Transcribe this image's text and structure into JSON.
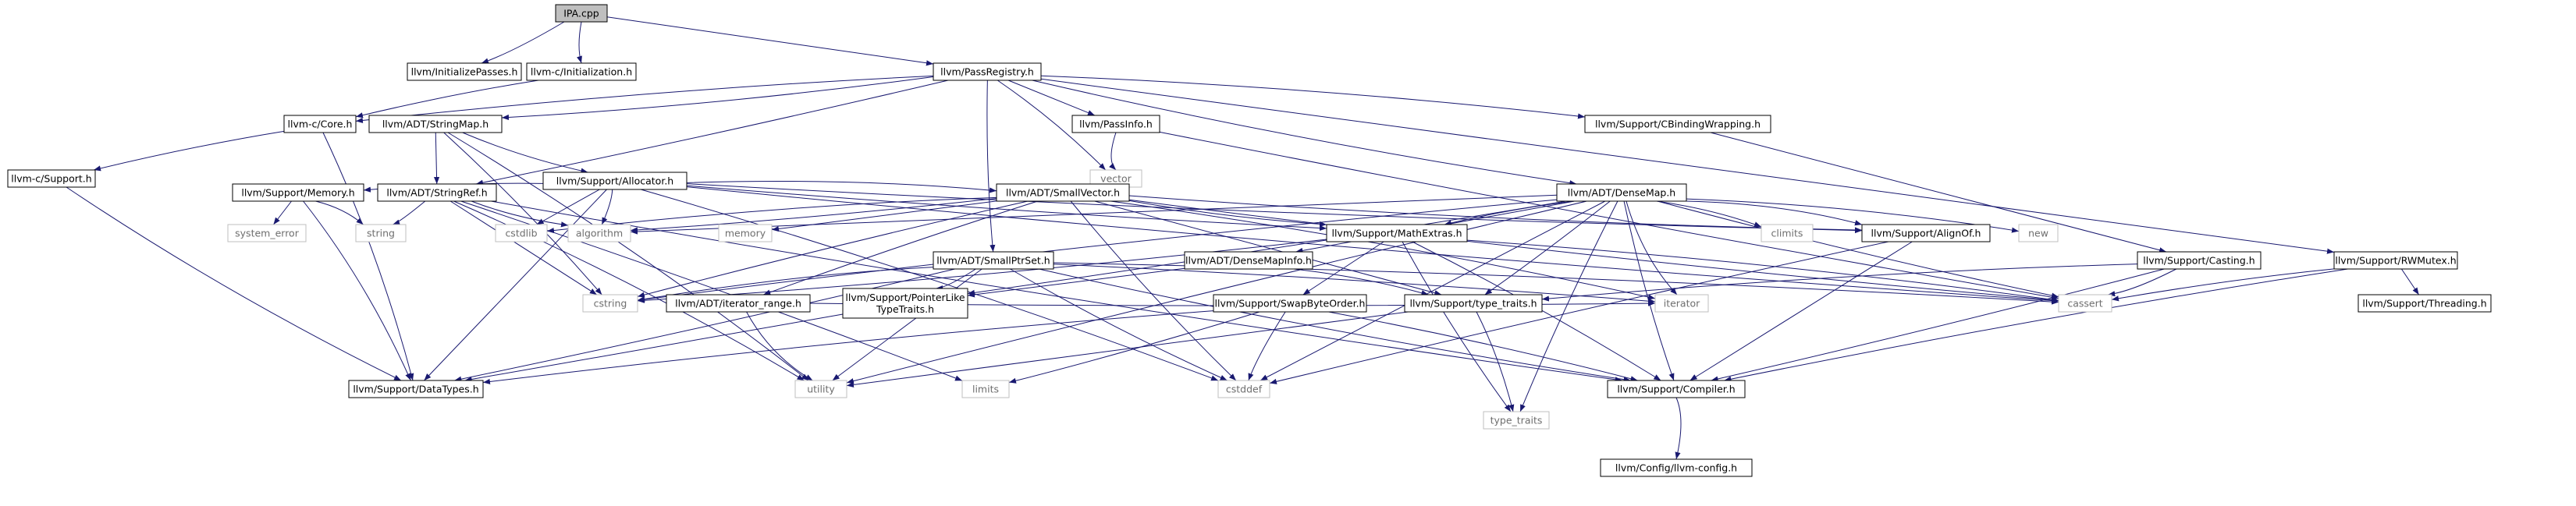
{
  "graph": {
    "root": "IPA.cpp",
    "colors": {
      "root_fill": "#bfbfbf",
      "node_fill": "#ffffff",
      "node_stroke": "#000000",
      "system_stroke": "#bfbfbf",
      "system_text": "#6e6e6e",
      "edge": "#191970"
    },
    "nodes": [
      {
        "id": "ipa",
        "label": "IPA.cpp",
        "kind": "root"
      },
      {
        "id": "initpasses",
        "label": "llvm/InitializePasses.h",
        "kind": "header"
      },
      {
        "id": "cinit",
        "label": "llvm-c/Initialization.h",
        "kind": "header"
      },
      {
        "id": "passreg",
        "label": "llvm/PassRegistry.h",
        "kind": "header"
      },
      {
        "id": "ccore",
        "label": "llvm-c/Core.h",
        "kind": "header"
      },
      {
        "id": "stringmap",
        "label": "llvm/ADT/StringMap.h",
        "kind": "header"
      },
      {
        "id": "passinfo",
        "label": "llvm/PassInfo.h",
        "kind": "header"
      },
      {
        "id": "cbinding",
        "label": "llvm/Support/CBindingWrapping.h",
        "kind": "header"
      },
      {
        "id": "csupport",
        "label": "llvm-c/Support.h",
        "kind": "header"
      },
      {
        "id": "allocator",
        "label": "llvm/Support/Allocator.h",
        "kind": "header"
      },
      {
        "id": "vector",
        "label": "vector",
        "kind": "system"
      },
      {
        "id": "memory_h",
        "label": "llvm/Support/Memory.h",
        "kind": "header"
      },
      {
        "id": "stringref",
        "label": "llvm/ADT/StringRef.h",
        "kind": "header"
      },
      {
        "id": "smallvector",
        "label": "llvm/ADT/SmallVector.h",
        "kind": "header"
      },
      {
        "id": "densemap",
        "label": "llvm/ADT/DenseMap.h",
        "kind": "header"
      },
      {
        "id": "system_error",
        "label": "system_error",
        "kind": "system"
      },
      {
        "id": "string",
        "label": "string",
        "kind": "system"
      },
      {
        "id": "cstdlib",
        "label": "cstdlib",
        "kind": "system"
      },
      {
        "id": "algorithm",
        "label": "algorithm",
        "kind": "system"
      },
      {
        "id": "memory",
        "label": "memory",
        "kind": "system"
      },
      {
        "id": "mathextras",
        "label": "llvm/Support/MathExtras.h",
        "kind": "header"
      },
      {
        "id": "climits",
        "label": "climits",
        "kind": "system"
      },
      {
        "id": "alignof",
        "label": "llvm/Support/AlignOf.h",
        "kind": "header"
      },
      {
        "id": "new",
        "label": "new",
        "kind": "system"
      },
      {
        "id": "smallptrset",
        "label": "llvm/ADT/SmallPtrSet.h",
        "kind": "header"
      },
      {
        "id": "densemapinfo",
        "label": "llvm/ADT/DenseMapInfo.h",
        "kind": "header"
      },
      {
        "id": "casting",
        "label": "llvm/Support/Casting.h",
        "kind": "header"
      },
      {
        "id": "rwmutex",
        "label": "llvm/Support/RWMutex.h",
        "kind": "header"
      },
      {
        "id": "cstring",
        "label": "cstring",
        "kind": "system"
      },
      {
        "id": "iter_range",
        "label": "llvm/ADT/iterator_range.h",
        "kind": "header"
      },
      {
        "id": "ptrlike",
        "label": "llvm/Support/PointerLike\nTypeTraits.h",
        "kind": "header"
      },
      {
        "id": "swapbyte",
        "label": "llvm/Support/SwapByteOrder.h",
        "kind": "header"
      },
      {
        "id": "typetraits",
        "label": "llvm/Support/type_traits.h",
        "kind": "header"
      },
      {
        "id": "iterator",
        "label": "iterator",
        "kind": "system"
      },
      {
        "id": "cassert",
        "label": "cassert",
        "kind": "system"
      },
      {
        "id": "threading",
        "label": "llvm/Support/Threading.h",
        "kind": "header"
      },
      {
        "id": "datatypes",
        "label": "llvm/Support/DataTypes.h",
        "kind": "header"
      },
      {
        "id": "utility",
        "label": "utility",
        "kind": "system"
      },
      {
        "id": "limits",
        "label": "limits",
        "kind": "system"
      },
      {
        "id": "cstddef",
        "label": "cstddef",
        "kind": "system"
      },
      {
        "id": "compiler",
        "label": "llvm/Support/Compiler.h",
        "kind": "header"
      },
      {
        "id": "type_traits_sys",
        "label": "type_traits",
        "kind": "system"
      },
      {
        "id": "llvmconfig",
        "label": "llvm/Config/llvm-config.h",
        "kind": "header"
      }
    ],
    "edges": [
      [
        "ipa",
        "initpasses"
      ],
      [
        "ipa",
        "cinit"
      ],
      [
        "ipa",
        "passreg"
      ],
      [
        "cinit",
        "ccore"
      ],
      [
        "passreg",
        "ccore"
      ],
      [
        "passreg",
        "stringmap"
      ],
      [
        "passreg",
        "stringref"
      ],
      [
        "passreg",
        "passinfo"
      ],
      [
        "passreg",
        "vector"
      ],
      [
        "passreg",
        "cbinding"
      ],
      [
        "passreg",
        "densemap"
      ],
      [
        "passreg",
        "smallptrset"
      ],
      [
        "passreg",
        "rwmutex"
      ],
      [
        "ccore",
        "csupport"
      ],
      [
        "ccore",
        "datatypes"
      ],
      [
        "csupport",
        "datatypes"
      ],
      [
        "stringmap",
        "allocator"
      ],
      [
        "stringmap",
        "stringref"
      ],
      [
        "stringmap",
        "cstring"
      ],
      [
        "stringmap",
        "utility"
      ],
      [
        "passinfo",
        "vector"
      ],
      [
        "passinfo",
        "cassert"
      ],
      [
        "cbinding",
        "casting"
      ],
      [
        "allocator",
        "memory_h"
      ],
      [
        "allocator",
        "smallvector"
      ],
      [
        "allocator",
        "alignof"
      ],
      [
        "allocator",
        "mathextras"
      ],
      [
        "allocator",
        "cstdlib"
      ],
      [
        "allocator",
        "algorithm"
      ],
      [
        "allocator",
        "cstddef"
      ],
      [
        "allocator",
        "cassert"
      ],
      [
        "allocator",
        "datatypes"
      ],
      [
        "memory_h",
        "system_error"
      ],
      [
        "memory_h",
        "string"
      ],
      [
        "memory_h",
        "datatypes"
      ],
      [
        "stringref",
        "string"
      ],
      [
        "stringref",
        "algorithm"
      ],
      [
        "stringref",
        "cstring"
      ],
      [
        "stringref",
        "limits"
      ],
      [
        "stringref",
        "utility"
      ],
      [
        "stringref",
        "compiler"
      ],
      [
        "smallvector",
        "algorithm"
      ],
      [
        "smallvector",
        "memory"
      ],
      [
        "smallvector",
        "cstring"
      ],
      [
        "smallvector",
        "cstdlib"
      ],
      [
        "smallvector",
        "alignof"
      ],
      [
        "smallvector",
        "mathextras"
      ],
      [
        "smallvector",
        "typetraits"
      ],
      [
        "smallvector",
        "iter_range"
      ],
      [
        "smallvector",
        "iterator"
      ],
      [
        "smallvector",
        "cassert"
      ],
      [
        "smallvector",
        "cstddef"
      ],
      [
        "densemap",
        "densemapinfo"
      ],
      [
        "densemap",
        "mathextras"
      ],
      [
        "densemap",
        "alignof"
      ],
      [
        "densemap",
        "typetraits"
      ],
      [
        "densemap",
        "ptrlike"
      ],
      [
        "densemap",
        "algorithm"
      ],
      [
        "densemap",
        "climits"
      ],
      [
        "densemap",
        "new"
      ],
      [
        "densemap",
        "iterator"
      ],
      [
        "densemap",
        "cassert"
      ],
      [
        "densemap",
        "cstddef"
      ],
      [
        "densemap",
        "utility"
      ],
      [
        "densemap",
        "cstring"
      ],
      [
        "densemap",
        "type_traits_sys"
      ],
      [
        "densemap",
        "compiler"
      ],
      [
        "mathextras",
        "swapbyte"
      ],
      [
        "mathextras",
        "compiler"
      ],
      [
        "mathextras",
        "cassert"
      ],
      [
        "mathextras",
        "cstring"
      ],
      [
        "mathextras",
        "type_traits_sys"
      ],
      [
        "alignof",
        "compiler"
      ],
      [
        "alignof",
        "cstddef"
      ],
      [
        "smallptrset",
        "cstring"
      ],
      [
        "smallptrset",
        "ptrlike"
      ],
      [
        "smallptrset",
        "cstddef"
      ],
      [
        "smallptrset",
        "utility"
      ],
      [
        "smallptrset",
        "iterator"
      ],
      [
        "smallptrset",
        "cassert"
      ],
      [
        "smallptrset",
        "compiler"
      ],
      [
        "smallptrset",
        "datatypes"
      ],
      [
        "densemapinfo",
        "ptrlike"
      ],
      [
        "densemapinfo",
        "typetraits"
      ],
      [
        "casting",
        "typetraits"
      ],
      [
        "casting",
        "cassert"
      ],
      [
        "casting",
        "compiler"
      ],
      [
        "rwmutex",
        "threading"
      ],
      [
        "rwmutex",
        "cassert"
      ],
      [
        "rwmutex",
        "compiler"
      ],
      [
        "iter_range",
        "utility"
      ],
      [
        "iter_range",
        "iterator"
      ],
      [
        "ptrlike",
        "datatypes"
      ],
      [
        "swapbyte",
        "compiler"
      ],
      [
        "swapbyte",
        "datatypes"
      ],
      [
        "swapbyte",
        "cstddef"
      ],
      [
        "swapbyte",
        "limits"
      ],
      [
        "typetraits",
        "utility"
      ],
      [
        "typetraits",
        "type_traits_sys"
      ],
      [
        "compiler",
        "llvmconfig"
      ]
    ]
  }
}
